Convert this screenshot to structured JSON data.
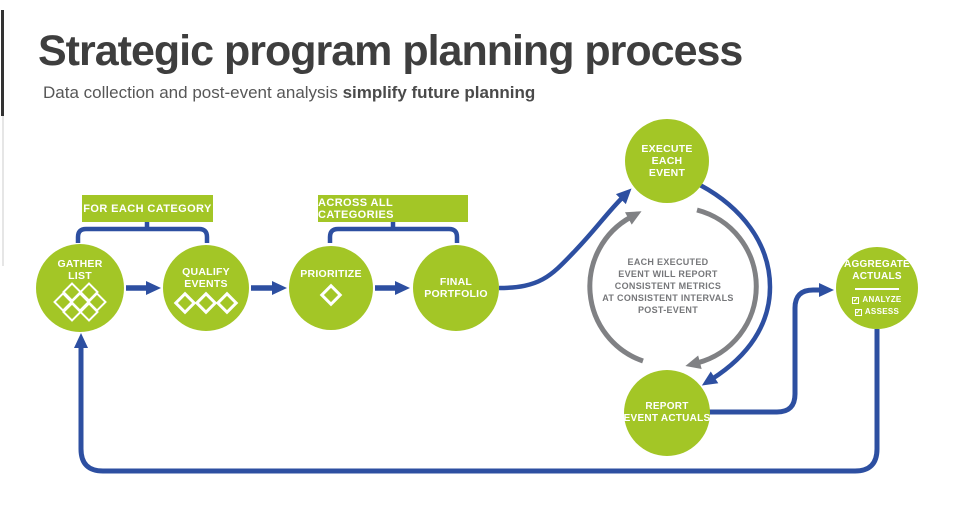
{
  "colors": {
    "green": "#a3c626",
    "blue": "#2d4fa1",
    "gray_arrow": "#808184",
    "note_text": "#76777a",
    "title_text": "#3e3e3e",
    "white": "#ffffff"
  },
  "header": {
    "title": "Strategic program planning process",
    "subtitle_prefix": "Data collection and post-event analysis ",
    "subtitle_bold": "simplify future planning"
  },
  "labels": {
    "for_each": "FOR EACH CATEGORY",
    "across_all": "ACROSS ALL CATEGORIES"
  },
  "icons": {
    "check": "✓"
  },
  "nodes": [
    {
      "id": "gather-list",
      "lines": [
        "GATHER",
        "LIST"
      ],
      "icon": "diamond-cluster-7"
    },
    {
      "id": "qualify-events",
      "lines": [
        "QUALIFY",
        "EVENTS"
      ],
      "icon": "diamond-row-3"
    },
    {
      "id": "prioritize",
      "lines": [
        "PRIORITIZE"
      ],
      "icon": "diamond-single"
    },
    {
      "id": "final-portfolio",
      "lines": [
        "FINAL",
        "PORTFOLIO"
      ]
    },
    {
      "id": "execute-each-event",
      "lines": [
        "EXECUTE",
        "EACH",
        "EVENT"
      ]
    },
    {
      "id": "report-event-actuals",
      "lines": [
        "REPORT",
        "EVENT ACTUALS"
      ]
    },
    {
      "id": "aggregate-actuals",
      "lines": [
        "AGGREGATE",
        "ACTUALS"
      ],
      "checklist": [
        "ANALYZE",
        "ASSESS"
      ]
    }
  ],
  "center_note": {
    "lines": [
      "EACH EXECUTED",
      "EVENT WILL REPORT",
      "CONSISTENT METRICS",
      "AT CONSISTENT INTERVALS",
      "POST-EVENT"
    ]
  }
}
